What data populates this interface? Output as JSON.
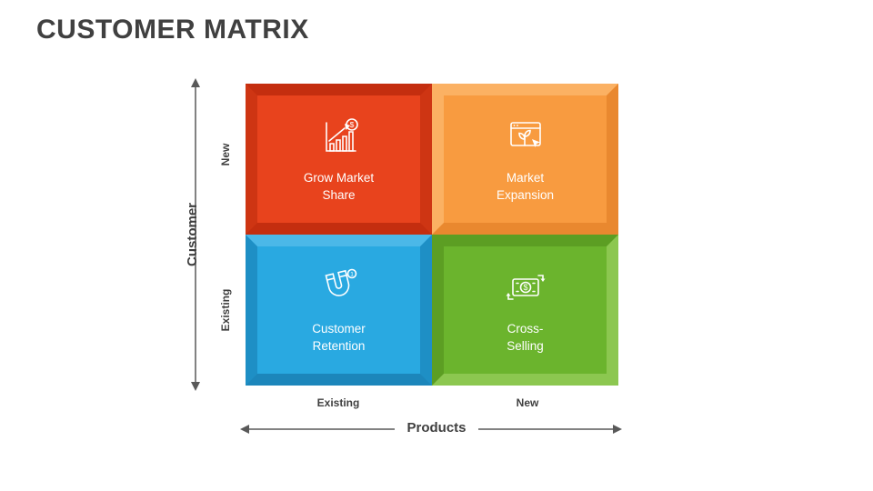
{
  "title": "CUSTOMER MATRIX",
  "colors": {
    "title": "#404040",
    "axis_line": "#595959",
    "axis_text": "#3f3f3f",
    "quadrant_text": "#ffffff"
  },
  "matrix": {
    "quadrants": [
      {
        "id": "grow-market-share",
        "lines": [
          "Grow Market",
          "Share"
        ],
        "icon": "growth-chart-dollar-icon",
        "bg": "#E8431D",
        "bevel": {
          "top": "#C42E0F",
          "right": "#CE3513",
          "bottom": "#C42E0F",
          "left": "#CE3513"
        }
      },
      {
        "id": "market-expansion",
        "lines": [
          "Market",
          "Expansion"
        ],
        "icon": "browser-plant-cursor-icon",
        "bg": "#F89B40",
        "bevel": {
          "top": "#FBB163",
          "right": "#E9882F",
          "bottom": "#E9882F",
          "left": "#FBB163"
        }
      },
      {
        "id": "customer-retention",
        "lines": [
          "Customer",
          "Retention"
        ],
        "icon": "magnet-icon",
        "bg": "#29A9E1",
        "bevel": {
          "top": "#4BB8E8",
          "right": "#1E8FC5",
          "bottom": "#1C86BB",
          "left": "#1E8FC5"
        }
      },
      {
        "id": "cross-selling",
        "lines": [
          "Cross-",
          "Selling"
        ],
        "icon": "money-exchange-icon",
        "bg": "#6BB42D",
        "bevel": {
          "top": "#5C9E23",
          "right": "#8CC750",
          "bottom": "#8CC750",
          "left": "#5C9E23"
        }
      }
    ]
  },
  "axes": {
    "y": {
      "title": "Customer",
      "top_label": "New",
      "bottom_label": "Existing"
    },
    "x": {
      "title": "Products",
      "left_label": "Existing",
      "right_label": "New"
    }
  }
}
